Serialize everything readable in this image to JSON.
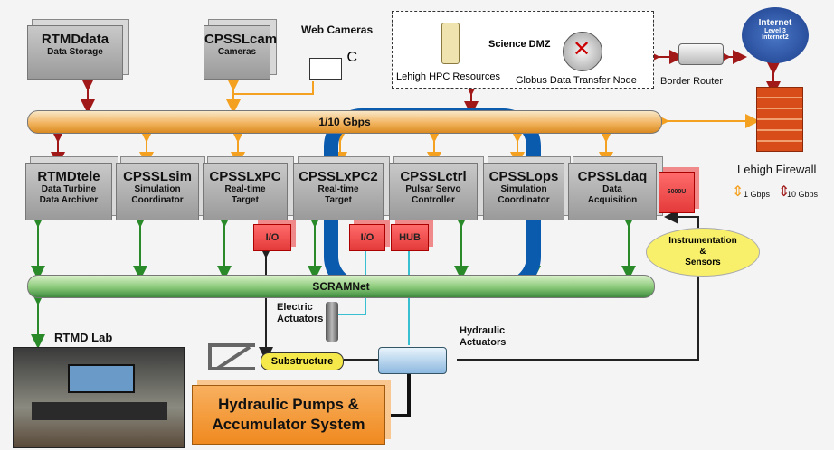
{
  "top_boxes": [
    {
      "title": "RTMDdata",
      "subtitle": "Data Storage"
    },
    {
      "title": "CPSSLcam",
      "subtitle": "Cameras"
    }
  ],
  "web_cameras": "Web Cameras",
  "camera_label": "C",
  "science_dmz": "Science DMZ",
  "lehigh_hpc": "Lehigh HPC Resources",
  "globus": "Globus Data Transfer Node",
  "border_router": "Border Router",
  "internet": {
    "title": "Internet",
    "line1": "Level 3",
    "line2": "Internet2"
  },
  "firewall": "Lehigh Firewall",
  "legend": {
    "one": "1 Gbps",
    "ten": "10 Gbps"
  },
  "bus_top": "1/10 Gbps",
  "bus_bottom": "SCRAMNet",
  "modules": [
    {
      "title": "RTMDtele",
      "sub1": "Data Turbine",
      "sub2": "Data Archiver"
    },
    {
      "title": "CPSSLsim",
      "sub1": "Simulation",
      "sub2": "Coordinator"
    },
    {
      "title": "CPSSLxPC",
      "sub1": "Real-time",
      "sub2": "Target"
    },
    {
      "title": "CPSSLxPC2",
      "sub1": "Real-time",
      "sub2": "Target"
    },
    {
      "title": "CPSSLctrl",
      "sub1": "Pulsar Servo",
      "sub2": "Controller"
    },
    {
      "title": "CPSSLops",
      "sub1": "Simulation",
      "sub2": "Coordinator"
    },
    {
      "title": "CPSSLdaq",
      "sub1": "Data",
      "sub2": "Acquisition"
    }
  ],
  "io1": "I/O",
  "io2": "I/O",
  "hub": "HUB",
  "daq_card": "6000U",
  "instrumentation": {
    "l1": "Instrumentation",
    "l2": "&",
    "l3": "Sensors"
  },
  "electric": {
    "l1": "Electric",
    "l2": "Actuators"
  },
  "hydraulic": {
    "l1": "Hydraulic",
    "l2": "Actuators"
  },
  "rtmd_lab": "RTMD Lab",
  "substructure": "Substructure",
  "pumps": {
    "l1": "Hydraulic Pumps &",
    "l2": "Accumulator System"
  },
  "colors": {
    "orange": "#f4a020",
    "darkred": "#a01818",
    "green": "#2a8a2a",
    "highlight": "#0a5aad",
    "cyan": "#38c0d0"
  }
}
